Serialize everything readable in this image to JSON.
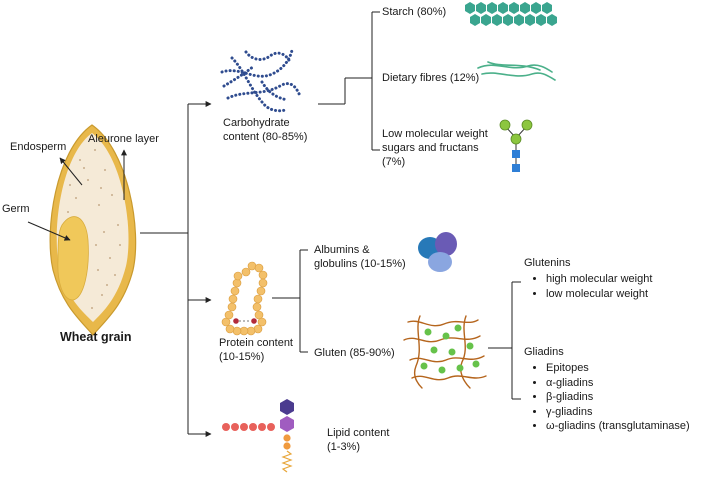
{
  "grain": {
    "title": "Wheat grain",
    "endosperm": "Endosperm",
    "aleurone": "Aleurone layer",
    "germ": "Germ"
  },
  "carbohydrate": {
    "label": "Carbohydrate content (80-85%)",
    "starch": "Starch (80%)",
    "fibres": "Dietary fibres (12%)",
    "sugars": "Low molecular weight sugars and fructans (7%)"
  },
  "protein": {
    "label": "Protein content (10-15%)",
    "albumins": "Albumins & globulins (10-15%)",
    "gluten": "Gluten (85-90%)",
    "glutenins": {
      "title": "Glutenins",
      "items": [
        "high molecular weight",
        "low molecular weight"
      ]
    },
    "gliadins": {
      "title": "Gliadins",
      "items": [
        "Epitopes",
        "α-gliadins",
        "β-gliadins",
        "γ-gliadins",
        "ω-gliadins (transglutaminase)"
      ]
    }
  },
  "lipid": {
    "label": "Lipid content (1-3%)"
  },
  "colors": {
    "grain_outer": "#e8b84a",
    "grain_inner": "#f5ead7",
    "germ": "#f0c85a",
    "starch": "#3aa58f",
    "dots": "#2f4c8f",
    "fibre": "#4bb08a",
    "sugar_green": "#8cc63f",
    "sugar_blue": "#2f7fd6",
    "protein_bead": "#f3c06a",
    "gluten_strand": "#b5651d",
    "gluten_dot": "#66c24a",
    "lipid_red": "#e8615b",
    "lipid_purple": "#4b3b8f",
    "lipid_violet": "#a05cc0",
    "lipid_orange": "#f09a3e"
  }
}
